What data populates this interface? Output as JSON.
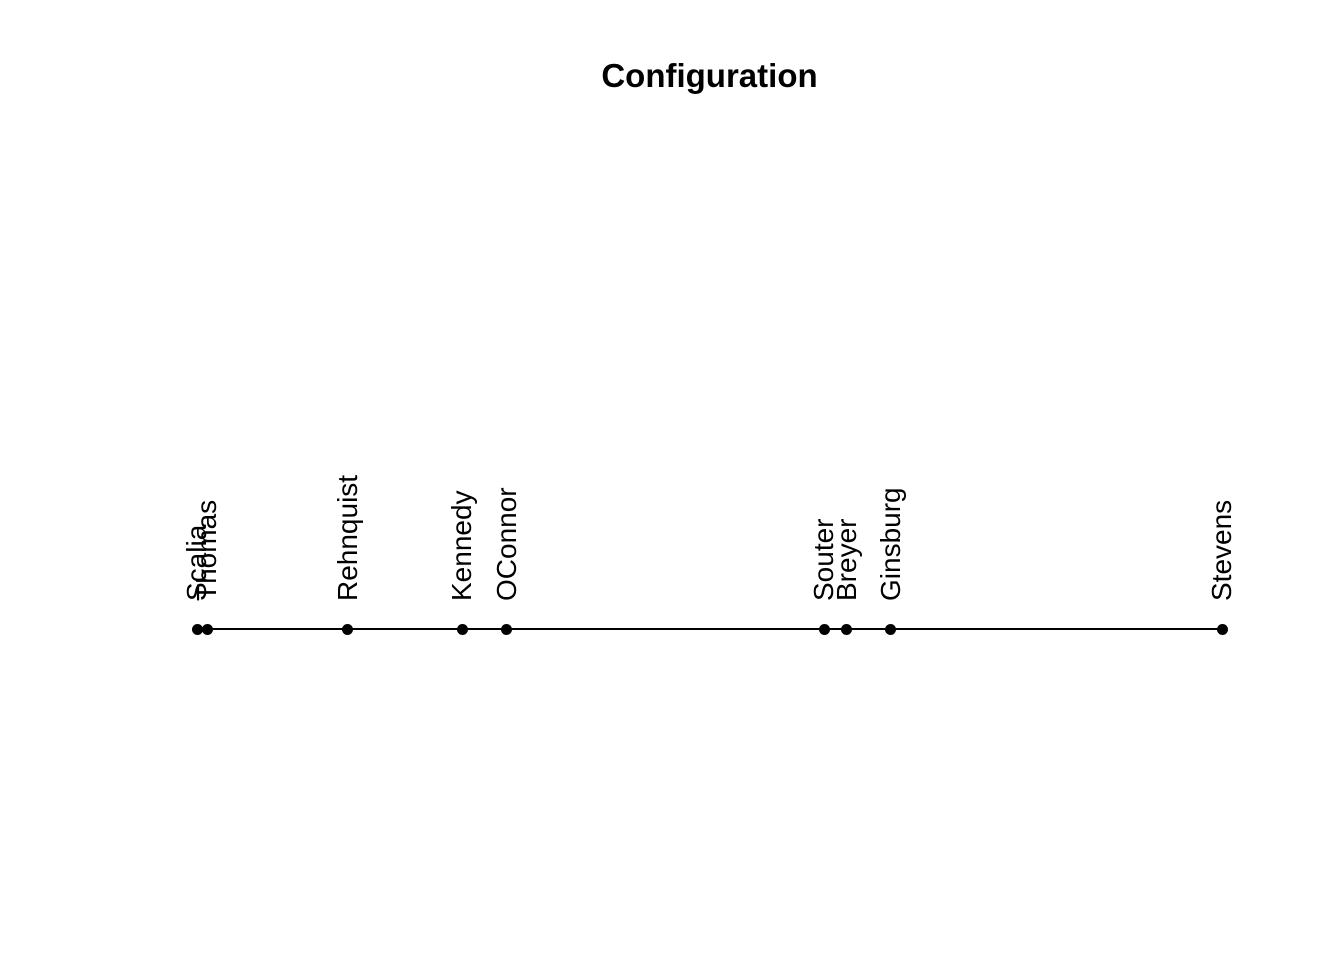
{
  "page": {
    "background": "#ffffff"
  },
  "chart_data": {
    "type": "scatter",
    "title": "Configuration",
    "orientation": "horizontal-1d",
    "axis": {
      "visible": false,
      "range": [
        0,
        1
      ],
      "ticks": []
    },
    "grid": false,
    "legend": false,
    "point_color": "#000000",
    "line_color": "#000000",
    "label_rotation_degrees": 90,
    "points": [
      {
        "label": "Scalia",
        "x": 0.0
      },
      {
        "label": "Thomas",
        "x": 0.01
      },
      {
        "label": "Rehnquist",
        "x": 0.147
      },
      {
        "label": "Kennedy",
        "x": 0.259
      },
      {
        "label": "OConnor",
        "x": 0.302
      },
      {
        "label": "Souter",
        "x": 0.612
      },
      {
        "label": "Breyer",
        "x": 0.634
      },
      {
        "label": "Ginsburg",
        "x": 0.677
      },
      {
        "label": "Stevens",
        "x": 1.0
      }
    ]
  }
}
